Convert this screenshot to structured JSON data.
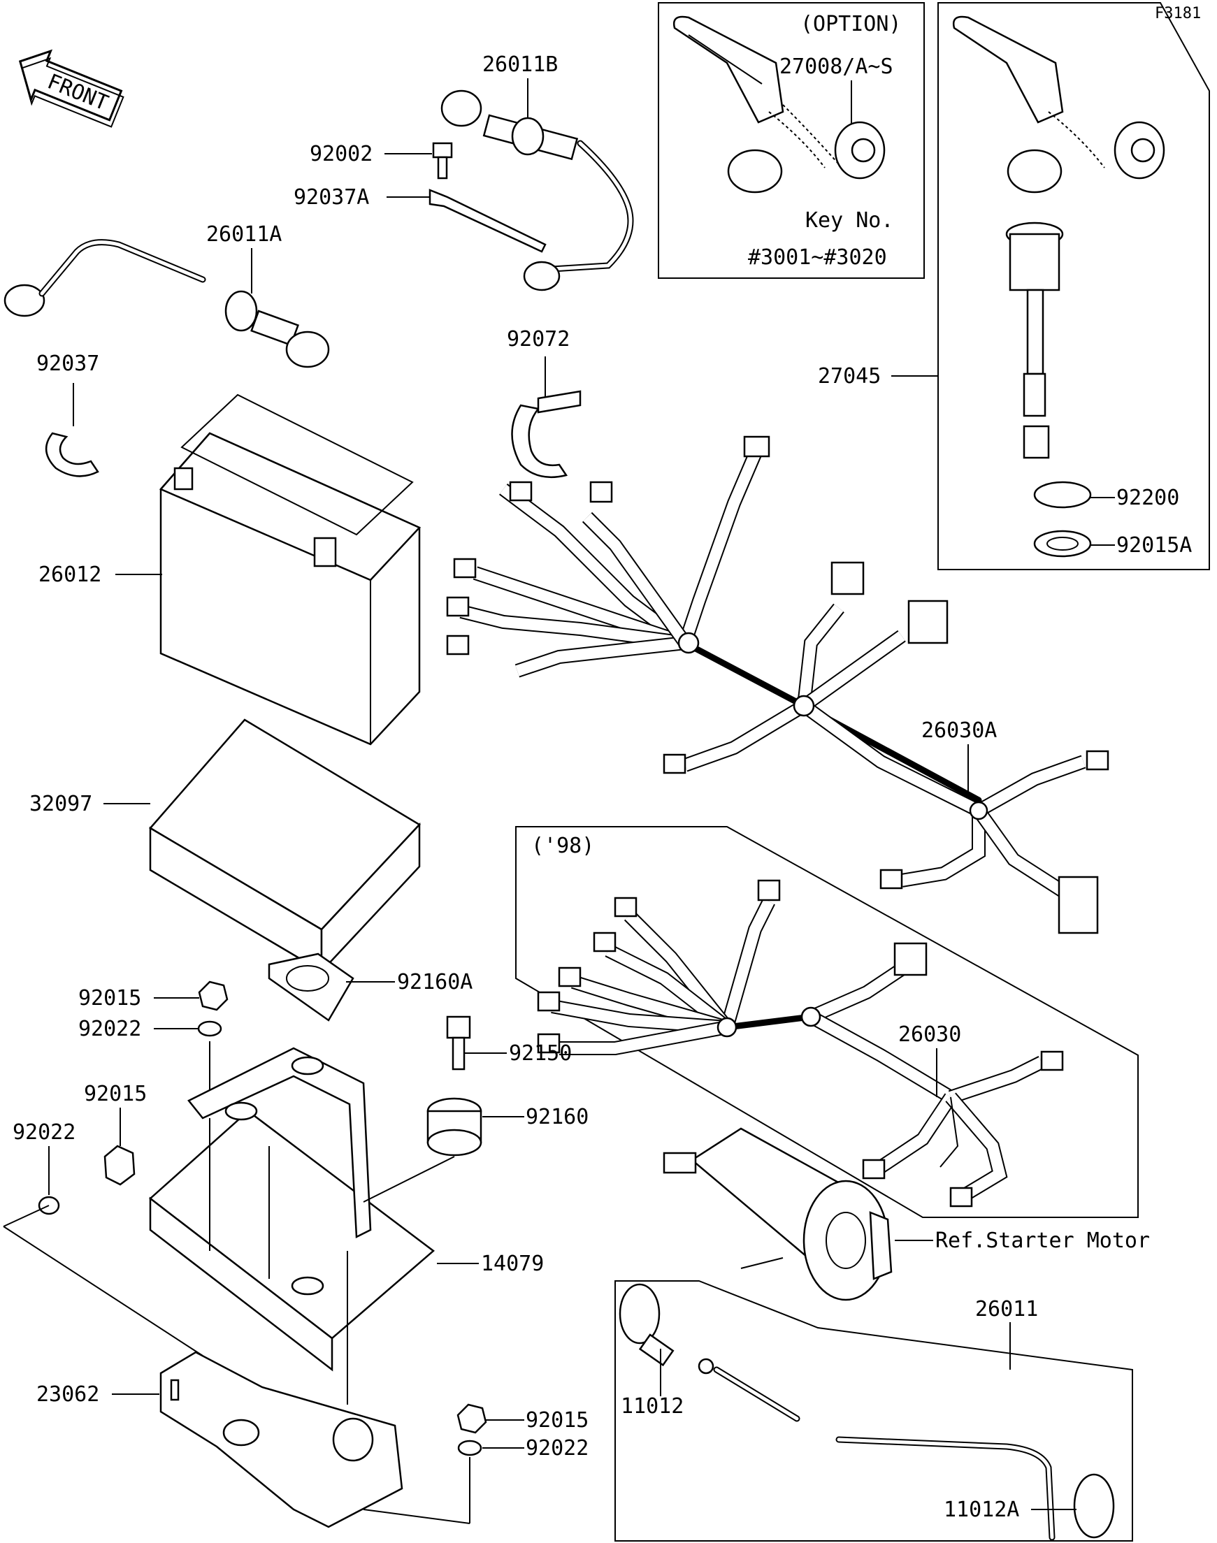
{
  "figure_code": "F3181",
  "front_label": "FRONT",
  "option_box": {
    "title": "(OPTION)",
    "key_text": "Key No.",
    "key_range": "#3001~#3020"
  },
  "year_box": {
    "title": "('98)"
  },
  "ref_text": "Ref.Starter Motor",
  "labels": {
    "p26011B": "26011B",
    "p92002": "92002",
    "p92037A": "92037A",
    "p26011A": "26011A",
    "p92037": "92037",
    "p92072": "92072",
    "p27008": "27008/A~S",
    "p27045": "27045",
    "p92200": "92200",
    "p92015A": "92015A",
    "p26012": "26012",
    "p32097": "32097",
    "p26030A": "26030A",
    "p92160A": "92160A",
    "p92015a": "92015",
    "p92022a": "92022",
    "p92150": "92150",
    "p92015b": "92015",
    "p92160": "92160",
    "p92022b": "92022",
    "p26030": "26030",
    "p14079": "14079",
    "p26011": "26011",
    "p23062": "23062",
    "p11012": "11012",
    "p92015c": "92015",
    "p92022c": "92022",
    "p11012A": "11012A"
  }
}
